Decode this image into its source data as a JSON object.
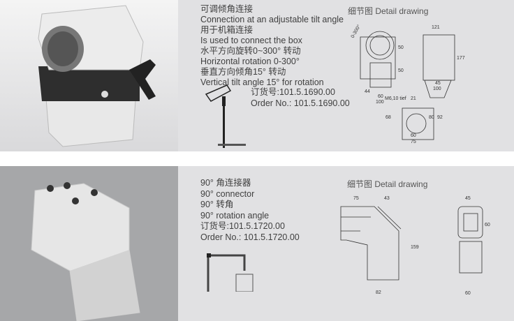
{
  "products": [
    {
      "description": [
        "可调倾角连接",
        "Connection at an adjustable tilt angle",
        "用于机箱连接",
        "Is used to connect the box",
        "水平方向旋转0~300° 转动",
        "Horizontal rotation 0-300°",
        "垂直方向倾角15° 转动",
        "Vertical tilt angle 15°  for rotation"
      ],
      "order_cn": "订货号:101.5.1690.00",
      "order_en": "Order No.: 101.5.1690.00",
      "detail_heading": "细节图 Detail drawing",
      "dimensions": {
        "angle": "0-300°",
        "d1": "50",
        "d2": "50",
        "d3": "44",
        "d4": "60",
        "d5": "100",
        "d6": "121",
        "d7": "177",
        "d8": "45",
        "d9": "100",
        "thread": "M6,10 tief",
        "d10": "21",
        "d11": "68",
        "d12": "80",
        "d13": "92",
        "d14": "60",
        "d15": "75"
      }
    },
    {
      "description": [
        "90° 角连接器",
        "90°  connector",
        "90° 转角",
        "90°  rotation angle"
      ],
      "order_cn": "订货号:101.5.1720.00",
      "order_en": "Order No.: 101.5.1720.00",
      "detail_heading": "细节图 Detail drawing",
      "dimensions": {
        "d1": "75",
        "d2": "43",
        "d3": "159",
        "d4": "82",
        "d5": "45",
        "d6": "60",
        "d7": "60"
      }
    }
  ]
}
